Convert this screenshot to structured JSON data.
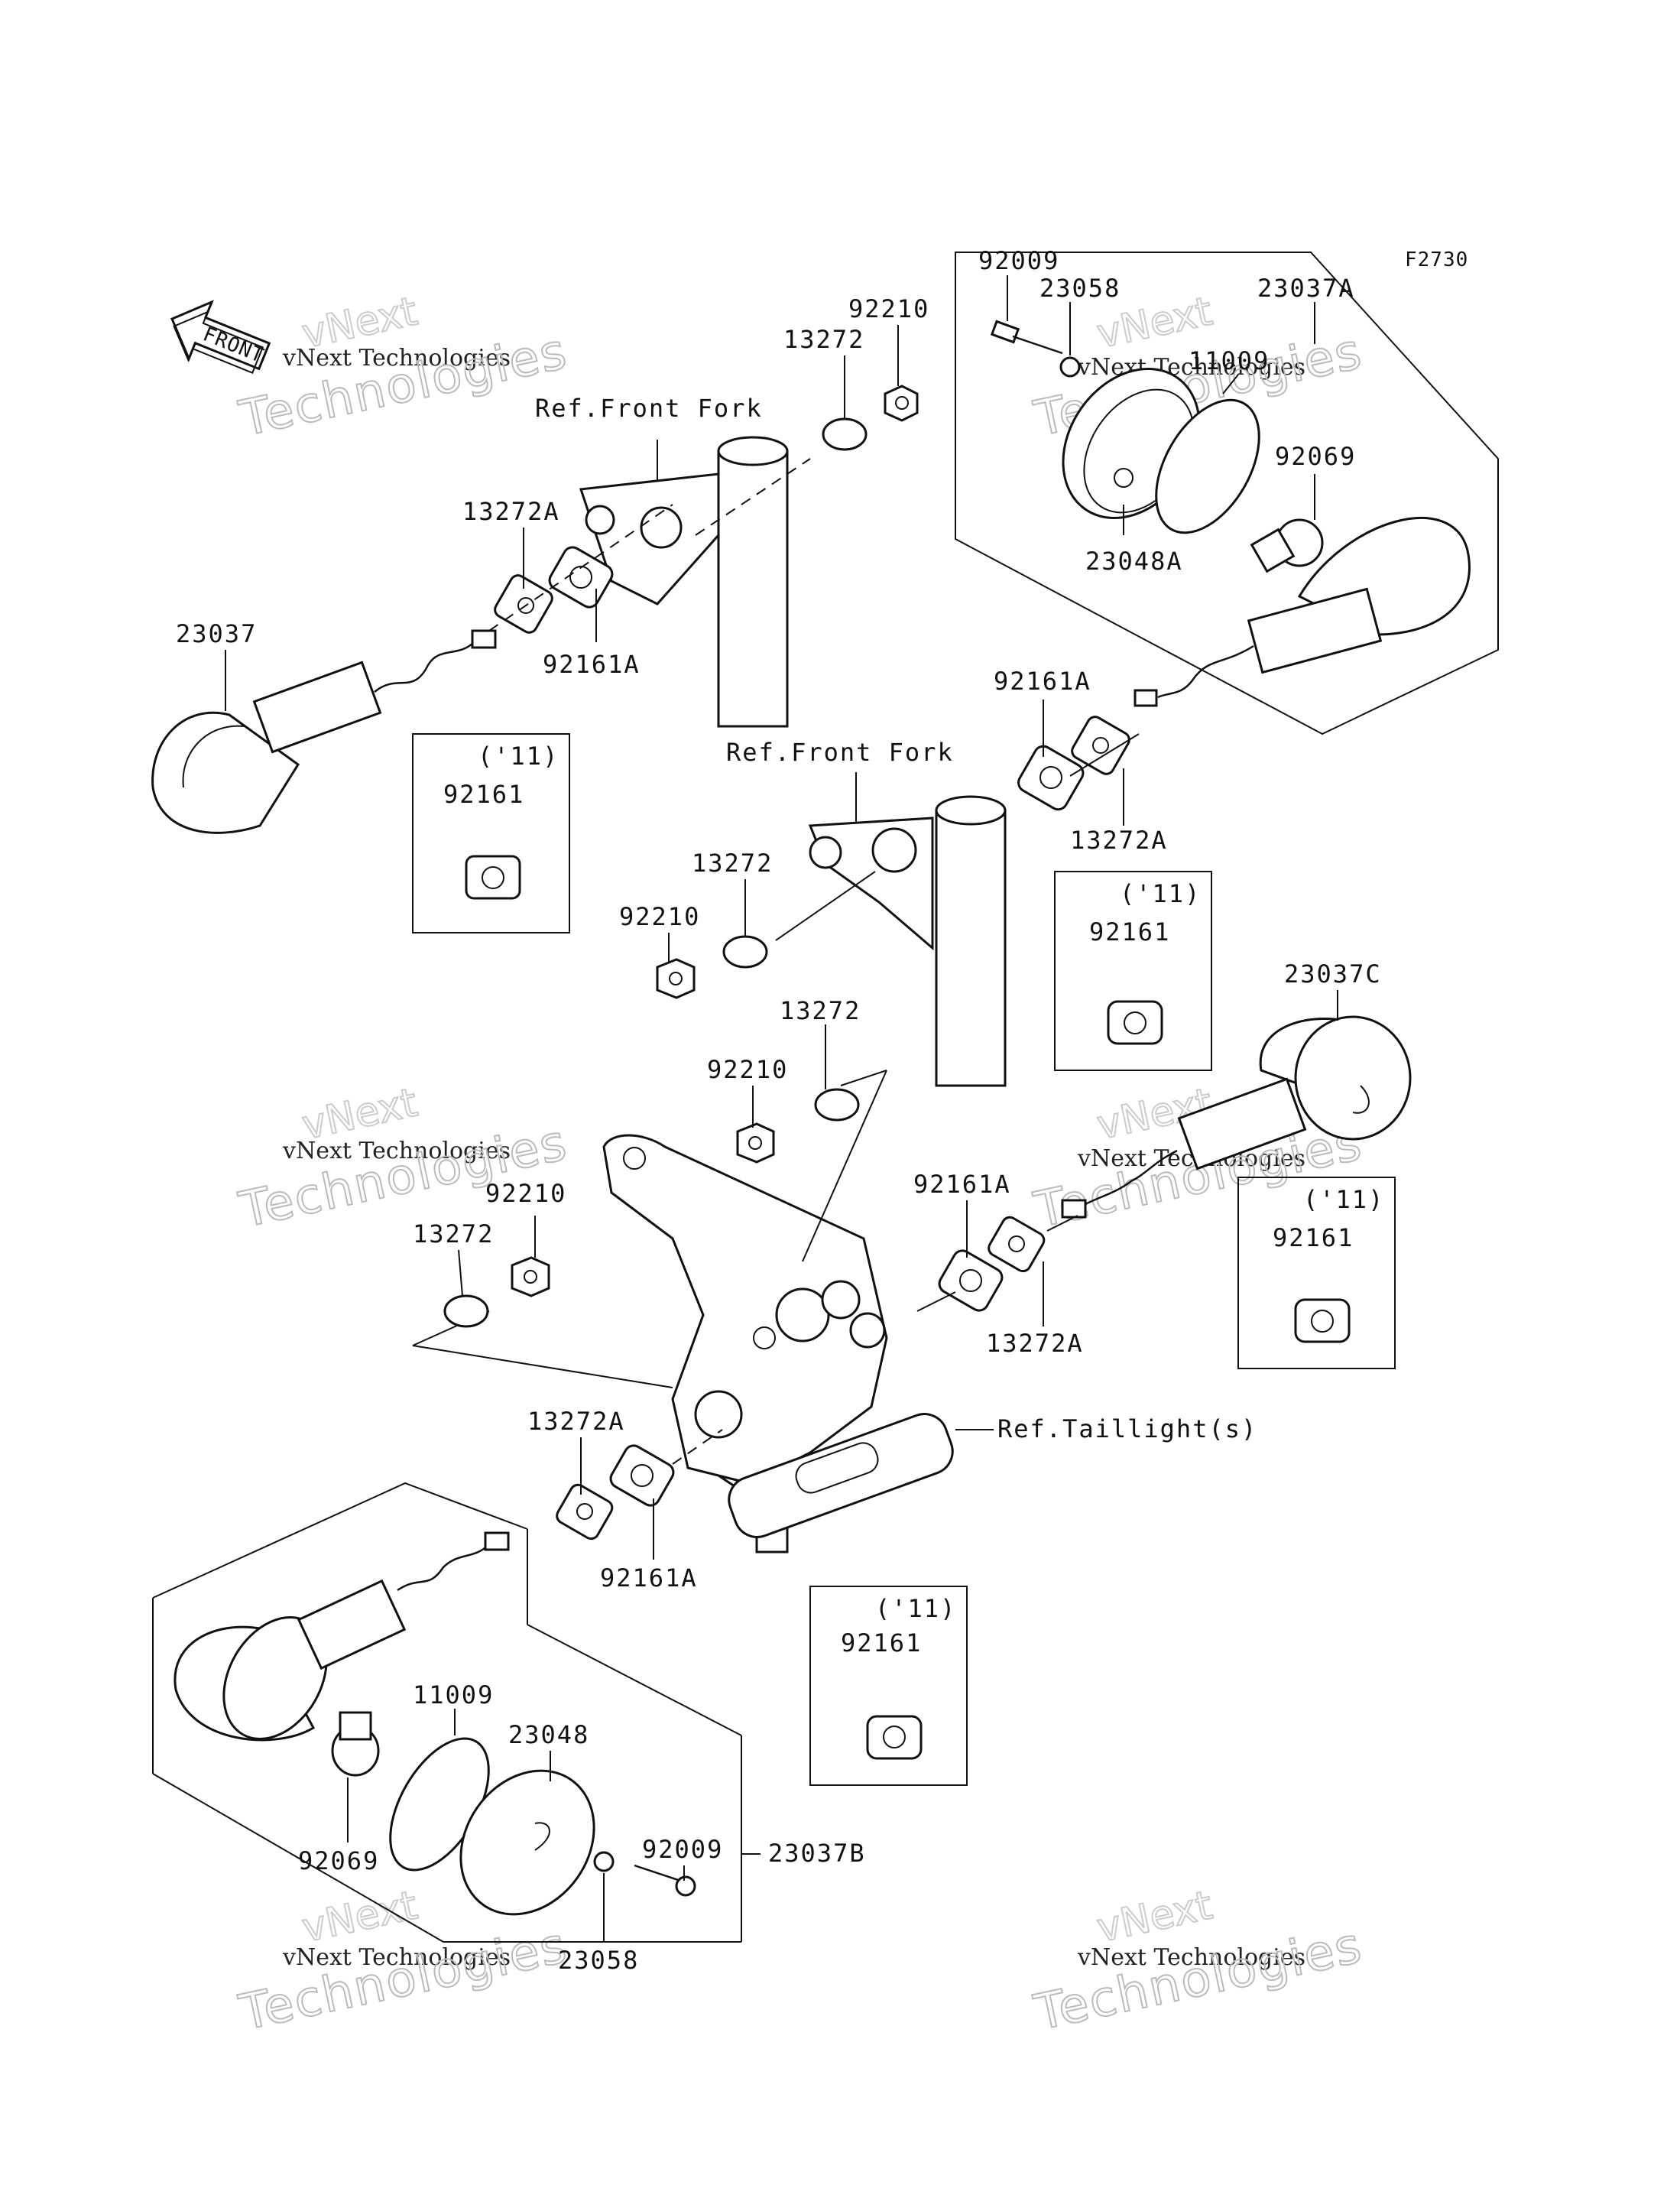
{
  "figure_code": "F2730",
  "front_arrow_label": "FRONT",
  "watermark": {
    "line1": "vNext",
    "line2": "vNext Technologies",
    "line3": "Technologies"
  },
  "refs": {
    "front_fork_upper": "Ref.Front Fork",
    "front_fork_lower": "Ref.Front Fork",
    "taillight": "Ref.Taillight(s)"
  },
  "year_boxes": [
    {
      "year": "('11)",
      "part": "92161"
    },
    {
      "year": "('11)",
      "part": "92161"
    },
    {
      "year": "('11)",
      "part": "92161"
    },
    {
      "year": "('11)",
      "part": "92161"
    }
  ],
  "parts": {
    "p92009_top": "92009",
    "p23058_top": "23058",
    "p23037A": "23037A",
    "p11009_top": "11009",
    "p92069_top": "92069",
    "p23048A": "23048A",
    "p92210_a": "92210",
    "p13272_a": "13272",
    "p13272A_a": "13272A",
    "p92161A_a": "92161A",
    "p23037": "23037",
    "p92161A_b": "92161A",
    "p13272A_b": "13272A",
    "p13272_b": "13272",
    "p92210_b": "92210",
    "p13272_c": "13272",
    "p92210_c": "92210",
    "p23037C": "23037C",
    "p92210_d": "92210",
    "p13272_d": "13272",
    "p92161A_c": "92161A",
    "p13272A_c": "13272A",
    "p13272A_d": "13272A",
    "p92161A_d": "92161A",
    "p11009_bot": "11009",
    "p23048": "23048",
    "p92069_bot": "92069",
    "p92009_bot": "92009",
    "p23037B": "23037B",
    "p23058_bot": "23058"
  }
}
